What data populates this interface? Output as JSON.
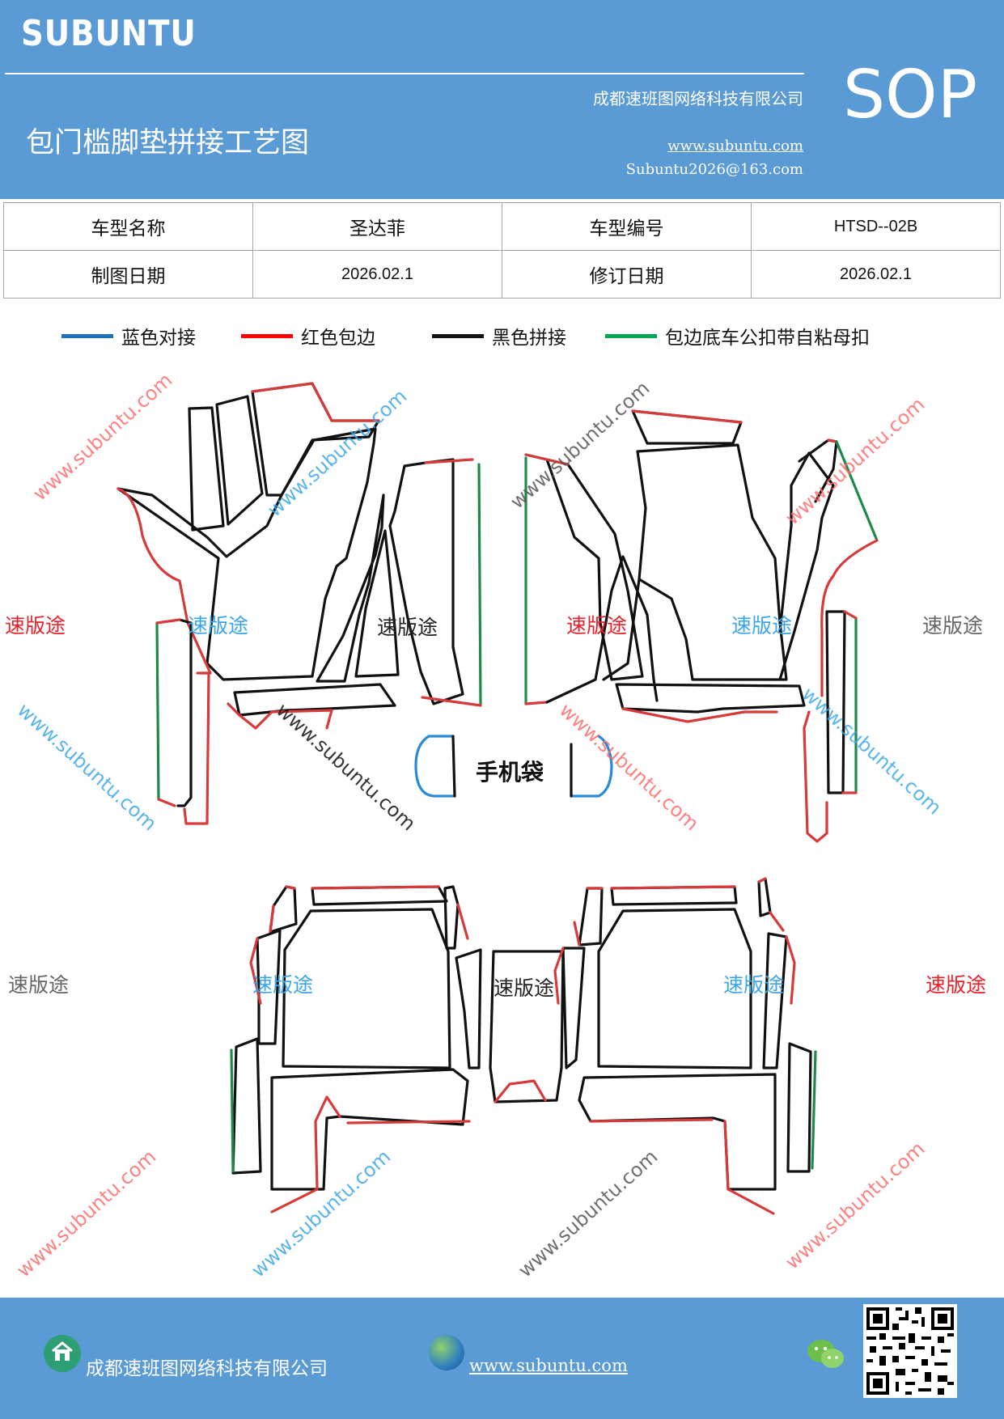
{
  "header": {
    "brand": "SUBUNTU",
    "title": "包门槛脚垫拼接工艺图",
    "company": "成都速班图网络科技有限公司",
    "website": "www.subuntu.com",
    "email": "Subuntu2026@163.com",
    "badge": "SOP"
  },
  "info_table": {
    "row1": {
      "label1": "车型名称",
      "value1": "圣达菲",
      "label2": "车型编号",
      "value2": "HTSD--02B"
    },
    "row2": {
      "label1": "制图日期",
      "value1": "2026.02.1",
      "label2": "修订日期",
      "value2": "2026.02.1"
    }
  },
  "legend": [
    {
      "label": "蓝色对接",
      "color": "#1f6fbf"
    },
    {
      "label": "红色包边",
      "color": "#ff0000"
    },
    {
      "label": "黑色拼接",
      "color": "#111111"
    },
    {
      "label": "包边底车公扣带自粘母扣",
      "color": "#00a651"
    }
  ],
  "diagram": {
    "phone_bag_label": "手机袋",
    "watermark_text": "速版途",
    "watermark_url": "www.subuntu.com"
  },
  "footer": {
    "company": "成都速班图网络科技有限公司",
    "website": "www.subuntu.com"
  },
  "colors": {
    "header_bg": "#5b9bd5",
    "outline_red": "#d63a3a",
    "outline_black": "#111111",
    "outline_green": "#1e8a4a",
    "outline_blue": "#2a8ad6"
  }
}
